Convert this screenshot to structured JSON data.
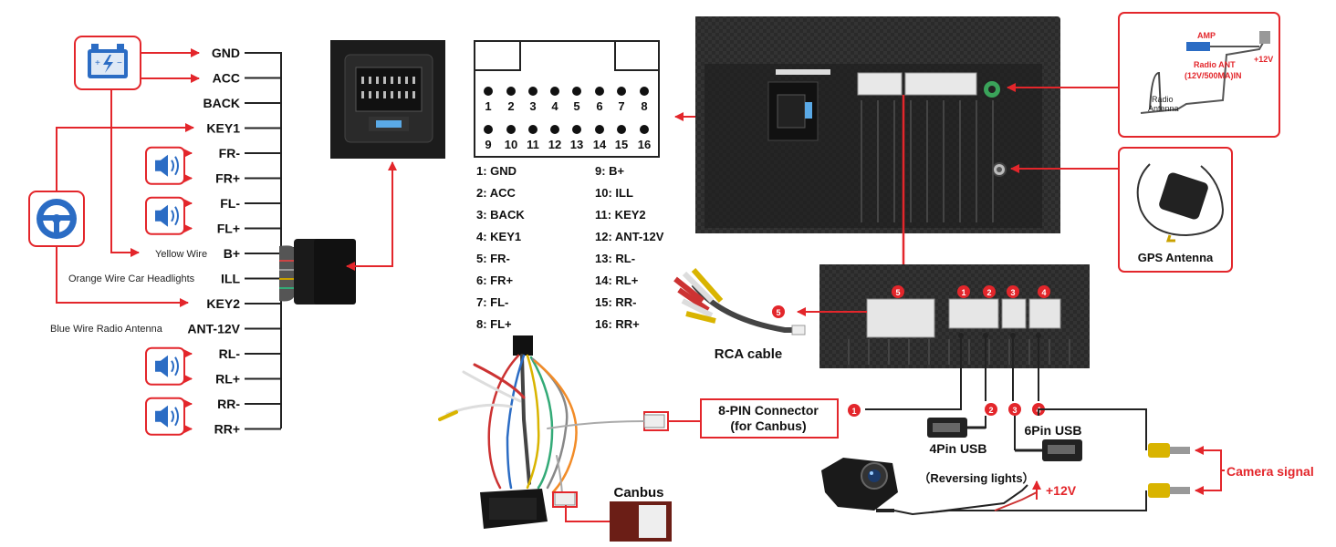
{
  "pins_left": [
    "GND",
    "ACC",
    "BACK",
    "KEY1",
    "FR-",
    "FR+",
    "FL-",
    "FL+",
    "B+",
    "ILL",
    "KEY2",
    "ANT-12V",
    "RL-",
    "RL+",
    "RR-",
    "RR+"
  ],
  "wire_notes": {
    "yellow": "Yellow Wire",
    "orange": "Orange Wire Car Headlights",
    "blue": "Blue Wire Radio Antenna"
  },
  "pin_numbers_top": [
    "1",
    "2",
    "3",
    "4",
    "5",
    "6",
    "7",
    "8"
  ],
  "pin_numbers_bottom": [
    "9",
    "10",
    "11",
    "12",
    "13",
    "14",
    "15",
    "16"
  ],
  "pin_table_left": [
    "1: GND",
    "2: ACC",
    "3: BACK",
    "4: KEY1",
    "5: FR-",
    "6: FR+",
    "7: FL-",
    "8: FL+"
  ],
  "pin_table_right": [
    "9: B+",
    "10: ILL",
    "11: KEY2",
    "12: ANT-12V",
    "13: RL-",
    "14: RL+",
    "15: RR-",
    "16: RR+"
  ],
  "labels": {
    "rca_cable": "RCA cable",
    "canbus_line1": "8-PIN Connector",
    "canbus_line2": "(for Canbus)",
    "canbus": "Canbus",
    "usb4": "4Pin USB",
    "usb6": "6Pin USB",
    "reversing": "（Reversing lights）",
    "plus12v": "+12V",
    "camera_signal": "Camera signal",
    "gps": "GPS Antenna",
    "amp": "AMP",
    "radio_ant_line1": "Radio ANT",
    "radio_ant_line2": "(12V/500MA)IN",
    "radio_antenna_line1": "Radio",
    "radio_antenna_line2": "Antenna",
    "amp_12v": "+12V"
  },
  "port_badges": [
    "5",
    "1",
    "2",
    "3",
    "4"
  ],
  "colors": {
    "red": "#e3262b",
    "dark": "#222222",
    "unit": "#2b2b2b",
    "blue": "#2b6cc4"
  }
}
